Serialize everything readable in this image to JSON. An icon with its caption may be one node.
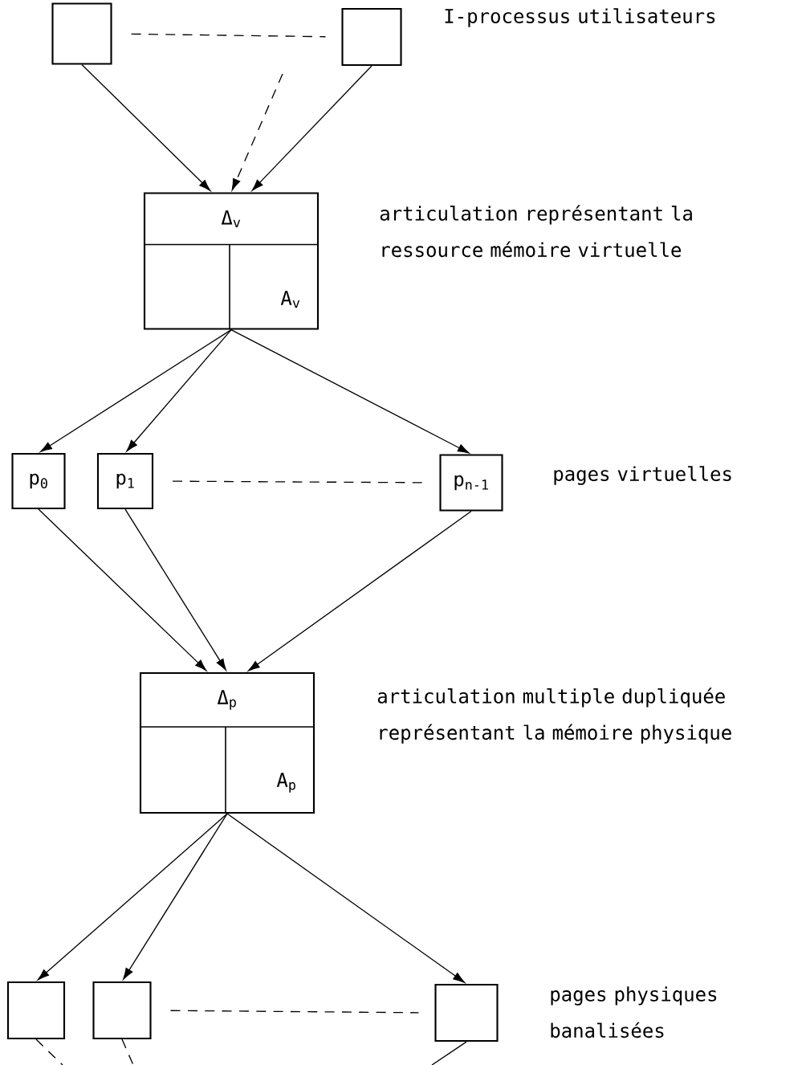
{
  "diagram": {
    "nodes": [
      {
        "text": [],
        "shape": "box"
      },
      {
        "text": [],
        "shape": "box"
      },
      {
        "text": [
          "Δ$_{v}$",
          "A$_{v}$"
        ]
      },
      {
        "text": [
          "p$_{0}$"
        ]
      },
      {
        "text": [
          "p$_{1}$"
        ]
      },
      {
        "text": [
          "p$_{n-1}$"
        ]
      },
      {
        "text": [
          "Δ$_{p}$",
          "A$_{p}$"
        ]
      },
      {
        "text": [],
        "shape": "box"
      },
      {
        "text": [],
        "shape": "box"
      },
      {
        "text": [],
        "shape": "box"
      }
    ],
    "edges": [
      {
        "from": 0,
        "to": 1,
        "arrow": "none",
        "style": "dashed"
      },
      {
        "from": 0,
        "to": 2,
        "arrow": "to"
      },
      {
        "from": null,
        "to": 2,
        "arrow": "to",
        "style": "dashed"
      },
      {
        "from": 1,
        "to": 2,
        "arrow": "to"
      },
      {
        "from": 2,
        "to": 3,
        "arrow": "to"
      },
      {
        "from": 2,
        "to": 4,
        "arrow": "to"
      },
      {
        "from": 2,
        "to": 5,
        "arrow": "to"
      },
      {
        "from": 4,
        "to": 5,
        "arrow": "none",
        "style": "dashed"
      },
      {
        "from": 3,
        "to": 6,
        "arrow": "to"
      },
      {
        "from": 4,
        "to": 6,
        "arrow": "to"
      },
      {
        "from": 5,
        "to": 6,
        "arrow": "to"
      },
      {
        "from": 6,
        "to": 7,
        "arrow": "to"
      },
      {
        "from": 6,
        "to": 8,
        "arrow": "to"
      },
      {
        "from": 6,
        "to": 9,
        "arrow": "to"
      },
      {
        "from": 8,
        "to": 9,
        "arrow": "none",
        "style": "dashed"
      },
      {
        "from": 7,
        "to": null,
        "arrow": "none",
        "style": "dashed"
      },
      {
        "from": 8,
        "to": null,
        "arrow": "none",
        "style": "dashed"
      },
      {
        "from": 9,
        "to": null,
        "arrow": "none"
      }
    ],
    "labels": [
      "I-processus utilisateurs",
      "articulation représentant la ressource mémoire virtuelle",
      "pages virtuelles",
      "articulation multiple dupliquée représentant la mémoire physique",
      "pages physiques banalisées"
    ]
  }
}
